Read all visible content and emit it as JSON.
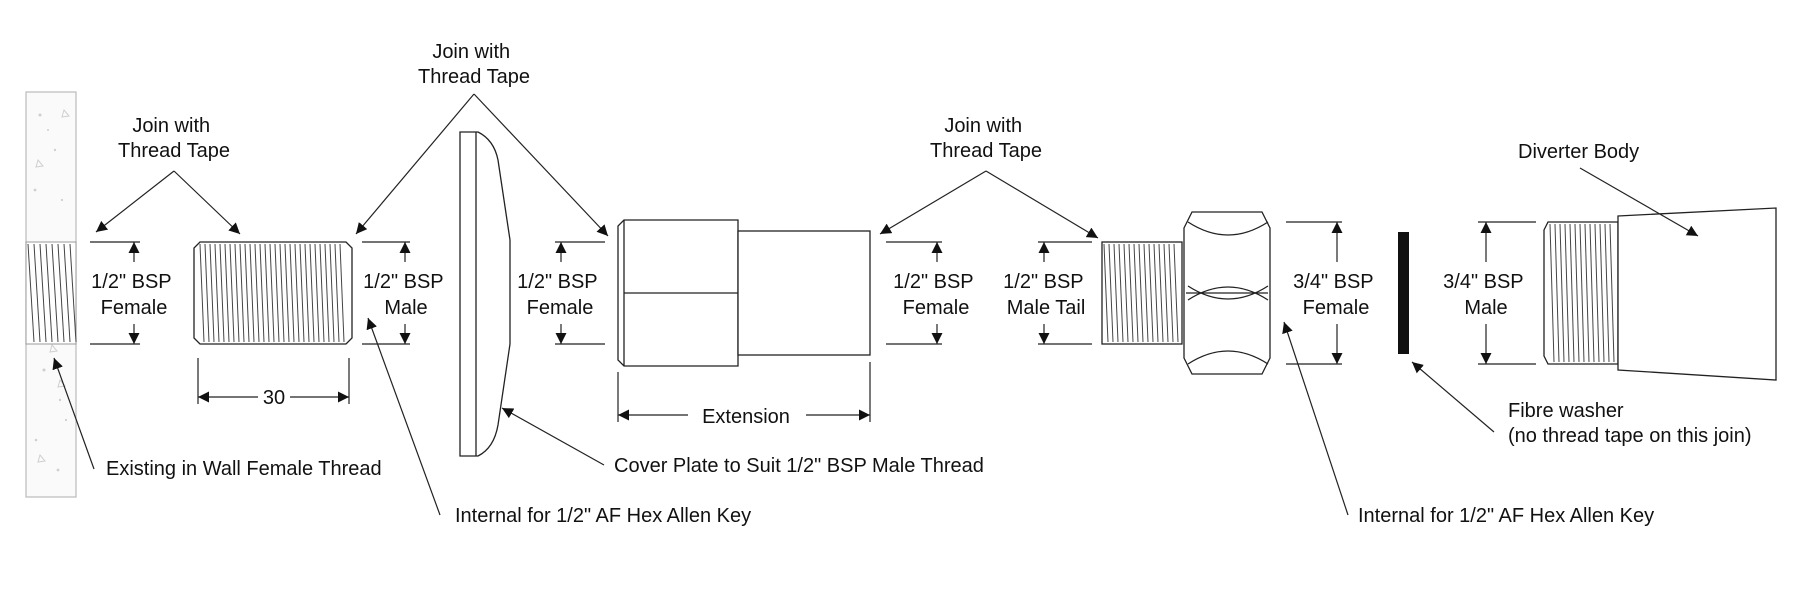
{
  "labels": {
    "join_tape_1": [
      "Join with",
      "Thread Tape"
    ],
    "join_tape_2": [
      "Join with",
      "Thread Tape"
    ],
    "join_tape_3": [
      "Join with",
      "Thread Tape"
    ],
    "half_bsp_female_1": [
      "1/2\" BSP",
      "Female"
    ],
    "half_bsp_male": [
      "1/2\" BSP",
      "Male"
    ],
    "half_bsp_female_2": [
      "1/2\" BSP",
      "Female"
    ],
    "half_bsp_female_3": [
      "1/2\" BSP",
      "Female"
    ],
    "half_bsp_male_tail": [
      "1/2\" BSP",
      "Male Tail"
    ],
    "threeq_bsp_female": [
      "3/4\" BSP",
      "Female"
    ],
    "threeq_bsp_male": [
      "3/4\" BSP",
      "Male"
    ],
    "dim_30": "30",
    "dim_extension": "Extension",
    "existing_wall_thread": "Existing in Wall Female Thread",
    "internal_hex_1": "Internal for 1/2\" AF Hex Allen Key",
    "cover_plate": "Cover Plate to Suit 1/2\" BSP Male Thread",
    "internal_hex_2": "Internal for 1/2\" AF Hex Allen Key",
    "fibre_washer": [
      "Fibre washer",
      "(no thread tape on this join)"
    ],
    "diverter_body": "Diverter Body"
  }
}
